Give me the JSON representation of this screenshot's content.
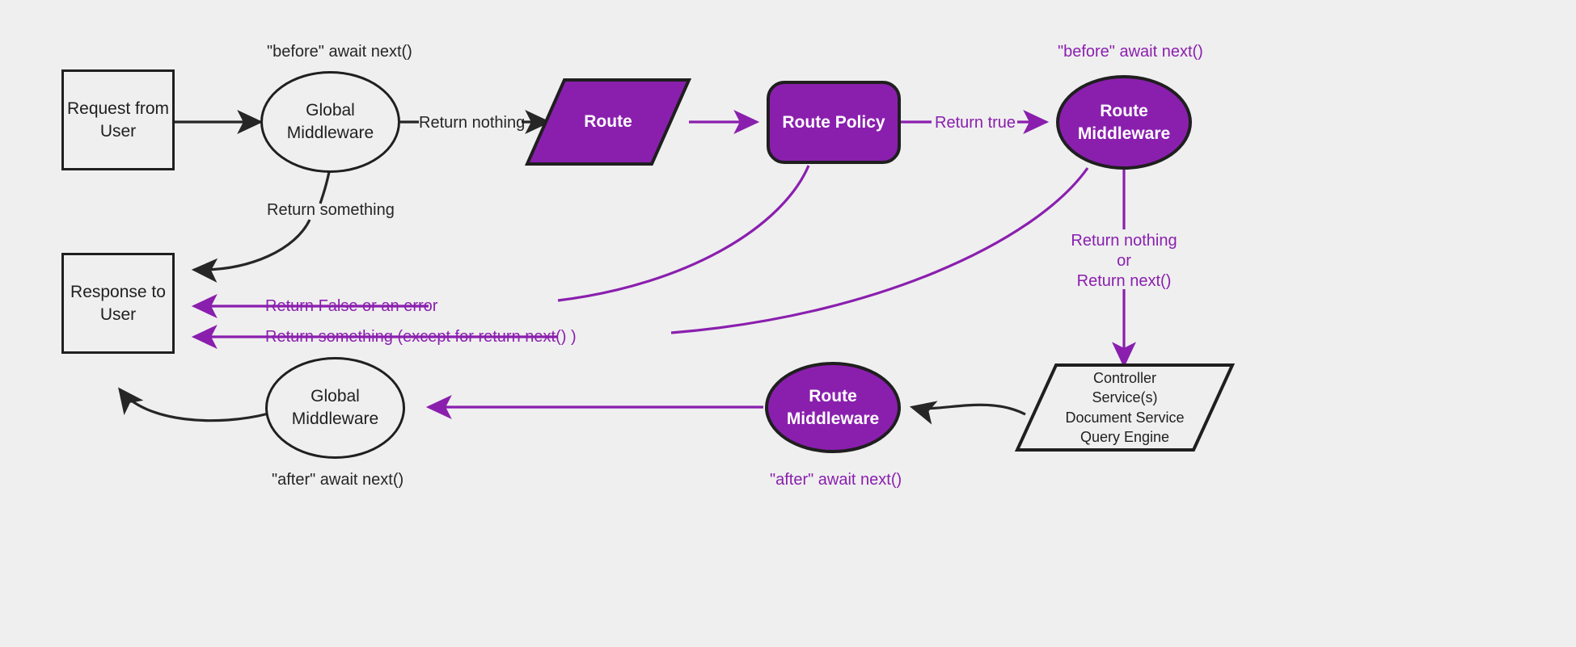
{
  "diagram": {
    "title": "Middleware request/response lifecycle",
    "background_color": "#efefef",
    "accent_color": "#8a1fae",
    "dark_color": "#1f1f1f"
  },
  "nodes": {
    "request_box": {
      "label": "Request from\nUser",
      "shape": "rectangle",
      "style": "plain"
    },
    "response_box": {
      "label": "Response to\nUser",
      "shape": "rectangle",
      "style": "plain"
    },
    "global_mw_top": {
      "label": "Global\nMiddleware",
      "shape": "ellipse",
      "style": "plain"
    },
    "global_mw_bottom": {
      "label": "Global\nMiddleware",
      "shape": "ellipse",
      "style": "plain"
    },
    "route": {
      "label": "Route",
      "shape": "parallelogram",
      "style": "purple"
    },
    "route_policy": {
      "label": "Route Policy",
      "shape": "rounded-rect",
      "style": "purple"
    },
    "route_mw_top": {
      "label": "Route\nMiddleware",
      "shape": "ellipse",
      "style": "purple"
    },
    "route_mw_bottom": {
      "label": "Route\nMiddleware",
      "shape": "ellipse",
      "style": "purple"
    },
    "controller": {
      "label": "Controller\nService(s)\nDocument Service\nQuery Engine",
      "shape": "parallelogram",
      "style": "plain"
    }
  },
  "annotations": {
    "before_await_next_dark": "\"before\" await next()",
    "before_await_next_purple": "\"before\" await next()",
    "after_await_next_dark": "\"after\" await next()",
    "after_await_next_purple": "\"after\" await next()"
  },
  "edges": {
    "return_nothing_top": "Return nothing",
    "return_something_top": "Return something",
    "return_true": "Return true",
    "return_false_or_error": "Return False or an error",
    "return_something_except": "Return something (except for return next() )",
    "return_nothing_or_next": "Return nothing\nor\nReturn next()"
  }
}
